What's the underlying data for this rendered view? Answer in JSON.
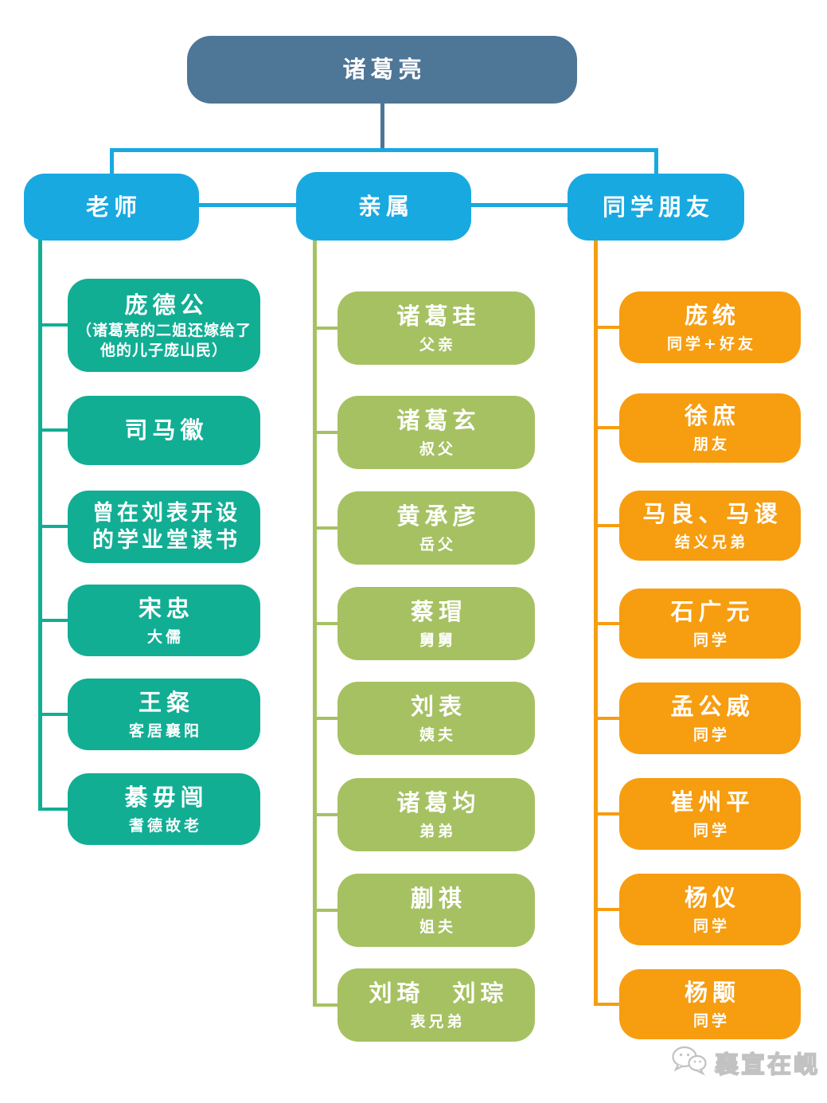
{
  "title": "诸葛亮",
  "palette": {
    "root_box": "#4e7697",
    "category_box": "#18a9e1",
    "teachers_column": "#11ae94",
    "relatives_column": "#a6c162",
    "friends_column": "#f79d10",
    "watermark_gray": "#c5c5c5",
    "background": "#ffffff"
  },
  "watermark": {
    "label": "襄宣在岘",
    "icon": "wechat-bubbles-icon"
  },
  "categories": [
    {
      "label": "老师",
      "items": [
        {
          "name": "庞德公",
          "subtitle": "（诸葛亮的二姐还嫁给了他的儿子庞山民）"
        },
        {
          "name": "司马徽",
          "subtitle": ""
        },
        {
          "name": "曾在刘表开设的学业堂读书",
          "subtitle": ""
        },
        {
          "name": "宋忠",
          "subtitle": "大儒"
        },
        {
          "name": "王粲",
          "subtitle": "客居襄阳"
        },
        {
          "name": "綦毋闿",
          "subtitle": "耆德故老"
        }
      ]
    },
    {
      "label": "亲属",
      "items": [
        {
          "name": "诸葛珪",
          "subtitle": "父亲"
        },
        {
          "name": "诸葛玄",
          "subtitle": "叔父"
        },
        {
          "name": "黄承彦",
          "subtitle": "岳父"
        },
        {
          "name": "蔡瑁",
          "subtitle": "舅舅"
        },
        {
          "name": "刘表",
          "subtitle": "姨夫"
        },
        {
          "name": "诸葛均",
          "subtitle": "弟弟"
        },
        {
          "name": "蒯祺",
          "subtitle": "姐夫"
        },
        {
          "name": "刘琦　刘琮",
          "subtitle": "表兄弟"
        }
      ]
    },
    {
      "label": "同学朋友",
      "items": [
        {
          "name": "庞统",
          "subtitle": "同学+好友"
        },
        {
          "name": "徐庶",
          "subtitle": "朋友"
        },
        {
          "name": "马良、马谡",
          "subtitle": "结义兄弟"
        },
        {
          "name": "石广元",
          "subtitle": "同学"
        },
        {
          "name": "孟公威",
          "subtitle": "同学"
        },
        {
          "name": "崔州平",
          "subtitle": "同学"
        },
        {
          "name": "杨仪",
          "subtitle": "同学"
        },
        {
          "name": "杨颙",
          "subtitle": "同学"
        }
      ]
    }
  ]
}
